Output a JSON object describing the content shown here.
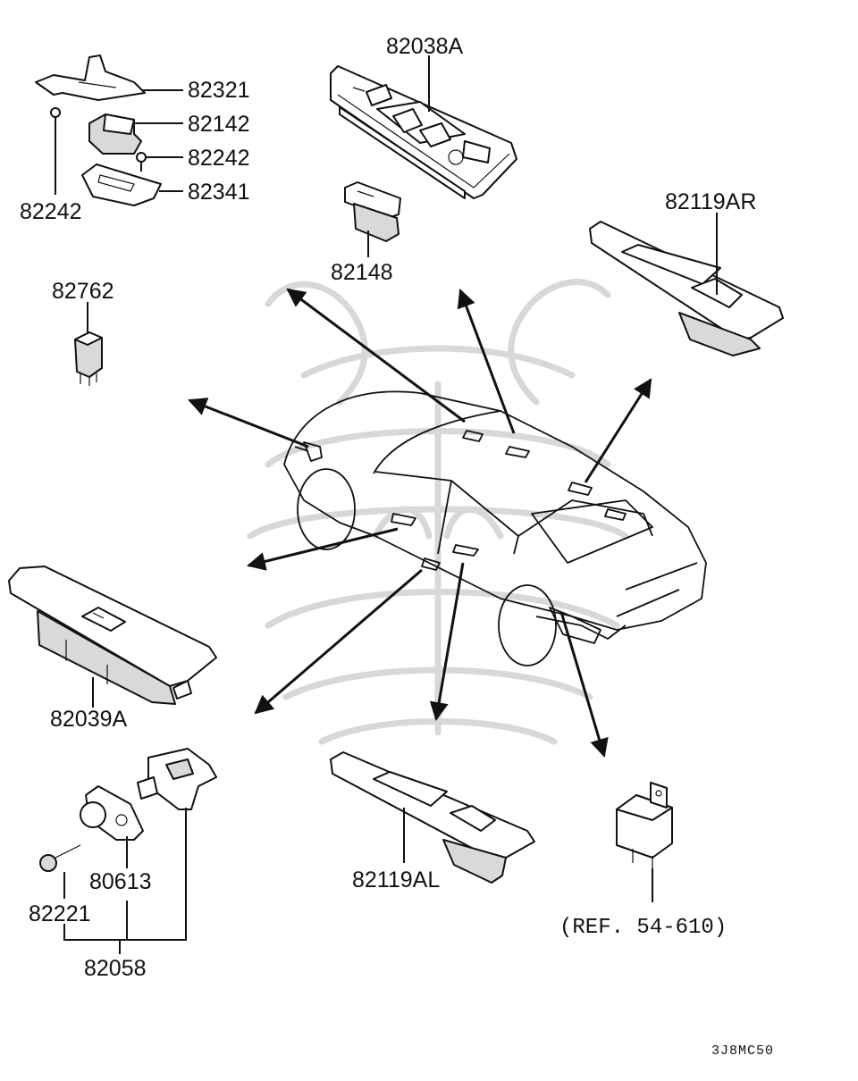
{
  "diagram": {
    "part_labels": {
      "p82038A": "82038A",
      "p82321": "82321",
      "p82142": "82142",
      "p82242a": "82242",
      "p82242b": "82242",
      "p82341": "82341",
      "p82148": "82148",
      "p82119AR": "82119AR",
      "p82762": "82762",
      "p82039A": "82039A",
      "p80613": "80613",
      "p82221": "82221",
      "p82058": "82058",
      "p82119AL": "82119AL"
    },
    "reference": "(REF. 54-610)",
    "drawing_code": "3J8MC50"
  }
}
